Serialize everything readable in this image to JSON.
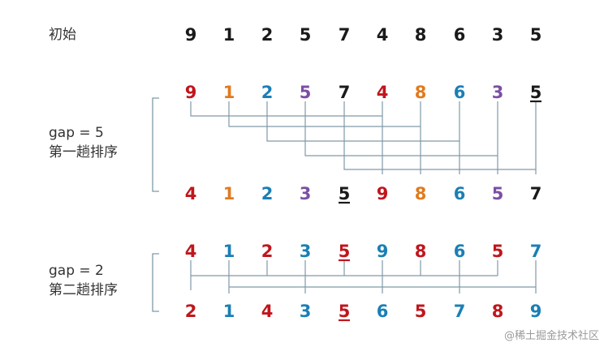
{
  "title_initial": "初始",
  "groups": [
    {
      "label_line1": "gap = 5",
      "label_line2": "第一趟排序"
    },
    {
      "label_line1": "gap = 2",
      "label_line2": "第二趟排序"
    }
  ],
  "colors": {
    "black": "#1a1a1a",
    "red": "#c0161c",
    "orange": "#e07b1f",
    "blue": "#1a7fb5",
    "purple": "#7b4fa3",
    "bracket": "#7f9aa8"
  },
  "rows": [
    {
      "name": "initial",
      "values": [
        "9",
        "1",
        "2",
        "5",
        "7",
        "4",
        "8",
        "6",
        "3",
        "5"
      ],
      "colors": [
        "black",
        "black",
        "black",
        "black",
        "black",
        "black",
        "black",
        "black",
        "black",
        "black"
      ],
      "underline": []
    },
    {
      "name": "gap5-before",
      "values": [
        "9",
        "1",
        "2",
        "5",
        "7",
        "4",
        "8",
        "6",
        "3",
        "5"
      ],
      "colors": [
        "red",
        "orange",
        "blue",
        "purple",
        "black",
        "red",
        "orange",
        "blue",
        "purple",
        "black"
      ],
      "underline": [
        9
      ]
    },
    {
      "name": "gap5-after",
      "values": [
        "4",
        "1",
        "2",
        "3",
        "5",
        "9",
        "8",
        "6",
        "5",
        "7"
      ],
      "colors": [
        "red",
        "orange",
        "blue",
        "purple",
        "black",
        "red",
        "orange",
        "blue",
        "purple",
        "black"
      ],
      "underline": [
        4
      ]
    },
    {
      "name": "gap2-before",
      "values": [
        "4",
        "1",
        "2",
        "3",
        "5",
        "9",
        "8",
        "6",
        "5",
        "7"
      ],
      "colors": [
        "red",
        "blue",
        "red",
        "blue",
        "red",
        "blue",
        "red",
        "blue",
        "red",
        "blue"
      ],
      "underline": [
        4
      ]
    },
    {
      "name": "gap2-after",
      "values": [
        "2",
        "1",
        "4",
        "3",
        "5",
        "6",
        "5",
        "7",
        "8",
        "9"
      ],
      "colors": [
        "red",
        "blue",
        "red",
        "blue",
        "red",
        "blue",
        "red",
        "blue",
        "red",
        "blue"
      ],
      "underline": [
        4
      ]
    }
  ],
  "watermark": "@稀土掘金技术社区"
}
